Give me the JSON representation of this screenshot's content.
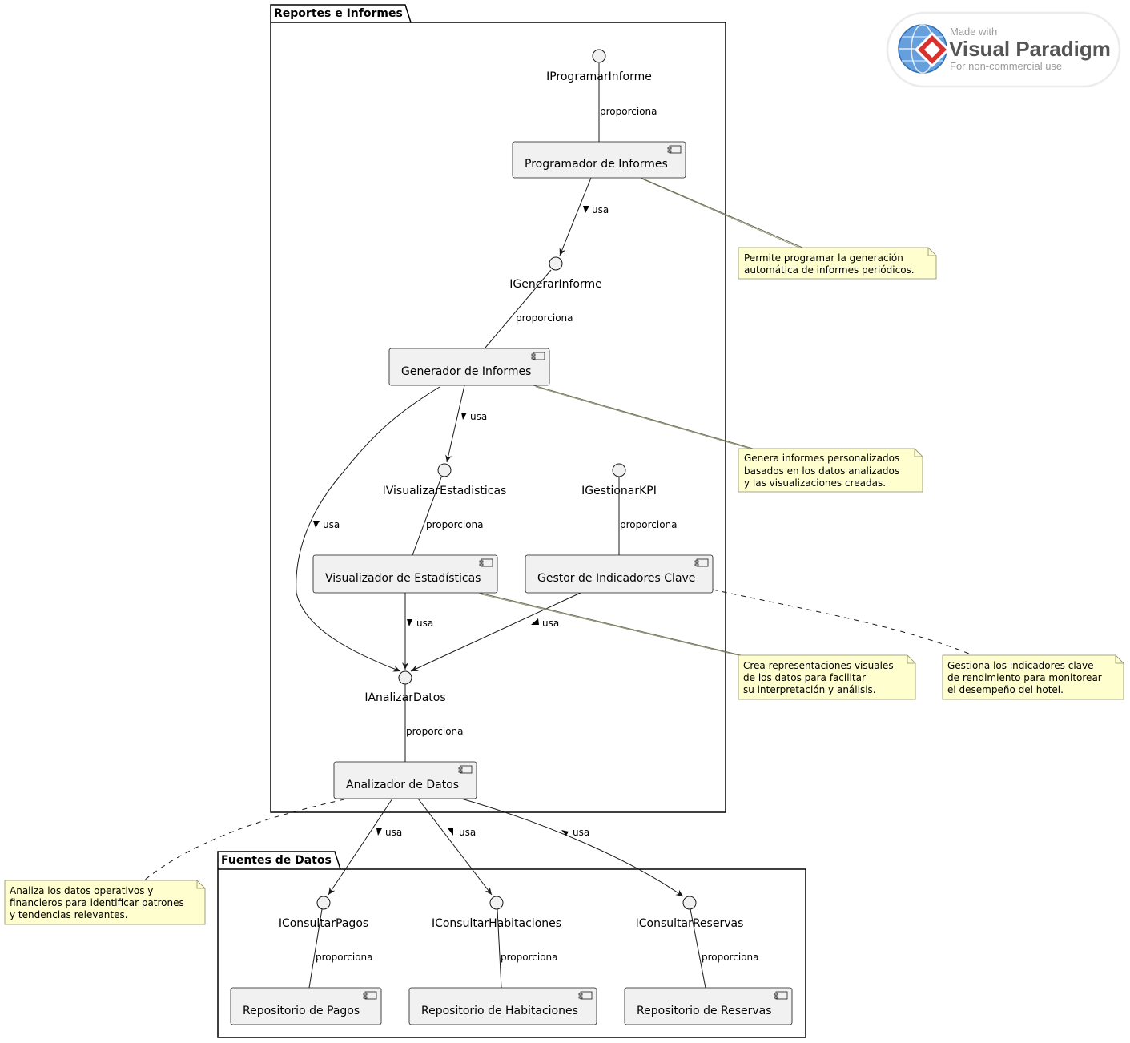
{
  "packages": {
    "reportes": {
      "title": "Reportes e Informes"
    },
    "fuentes": {
      "title": "Fuentes de Datos"
    }
  },
  "components": {
    "programador": "Programador de Informes",
    "generador": "Generador de Informes",
    "visualizador": "Visualizador de Estadísticas",
    "gestor_kpi": "Gestor de Indicadores Clave",
    "analizador": "Analizador de Datos",
    "repo_pagos": "Repositorio de Pagos",
    "repo_habitaciones": "Repositorio de Habitaciones",
    "repo_reservas": "Repositorio de Reservas"
  },
  "interfaces": {
    "programar": "IProgramarInforme",
    "generar": "IGenerarInforme",
    "visualizar": "IVisualizarEstadisticas",
    "gestionar_kpi": "IGestionarKPI",
    "analizar": "IAnalizarDatos",
    "pagos": "IConsultarPagos",
    "habitaciones": "IConsultarHabitaciones",
    "reservas": "IConsultarReservas"
  },
  "edge_labels": {
    "provides": "proporciona",
    "uses": "usa"
  },
  "notes": {
    "programador": [
      "Permite programar la generación",
      "automática de informes periódicos."
    ],
    "generador": [
      "Genera informes personalizados",
      "basados en los datos analizados",
      "y las visualizaciones creadas."
    ],
    "visualizador": [
      "Crea representaciones visuales",
      "de los datos para facilitar",
      "su interpretación y análisis."
    ],
    "gestor_kpi": [
      "Gestiona los indicadores clave",
      "de rendimiento para monitorear",
      "el desempeño del hotel."
    ],
    "analizador": [
      "Analiza los datos operativos y",
      "financieros para identificar patrones",
      "y tendencias relevantes."
    ]
  },
  "watermark": {
    "line1": "Made with",
    "line2": "Visual Paradigm",
    "line3": "For non-commercial use"
  },
  "colors": {
    "component_fill": "#f1f1f1",
    "component_stroke": "#181818",
    "note_fill": "#fefece",
    "note_stroke": "#8a8a6a",
    "edge": "#181818"
  }
}
